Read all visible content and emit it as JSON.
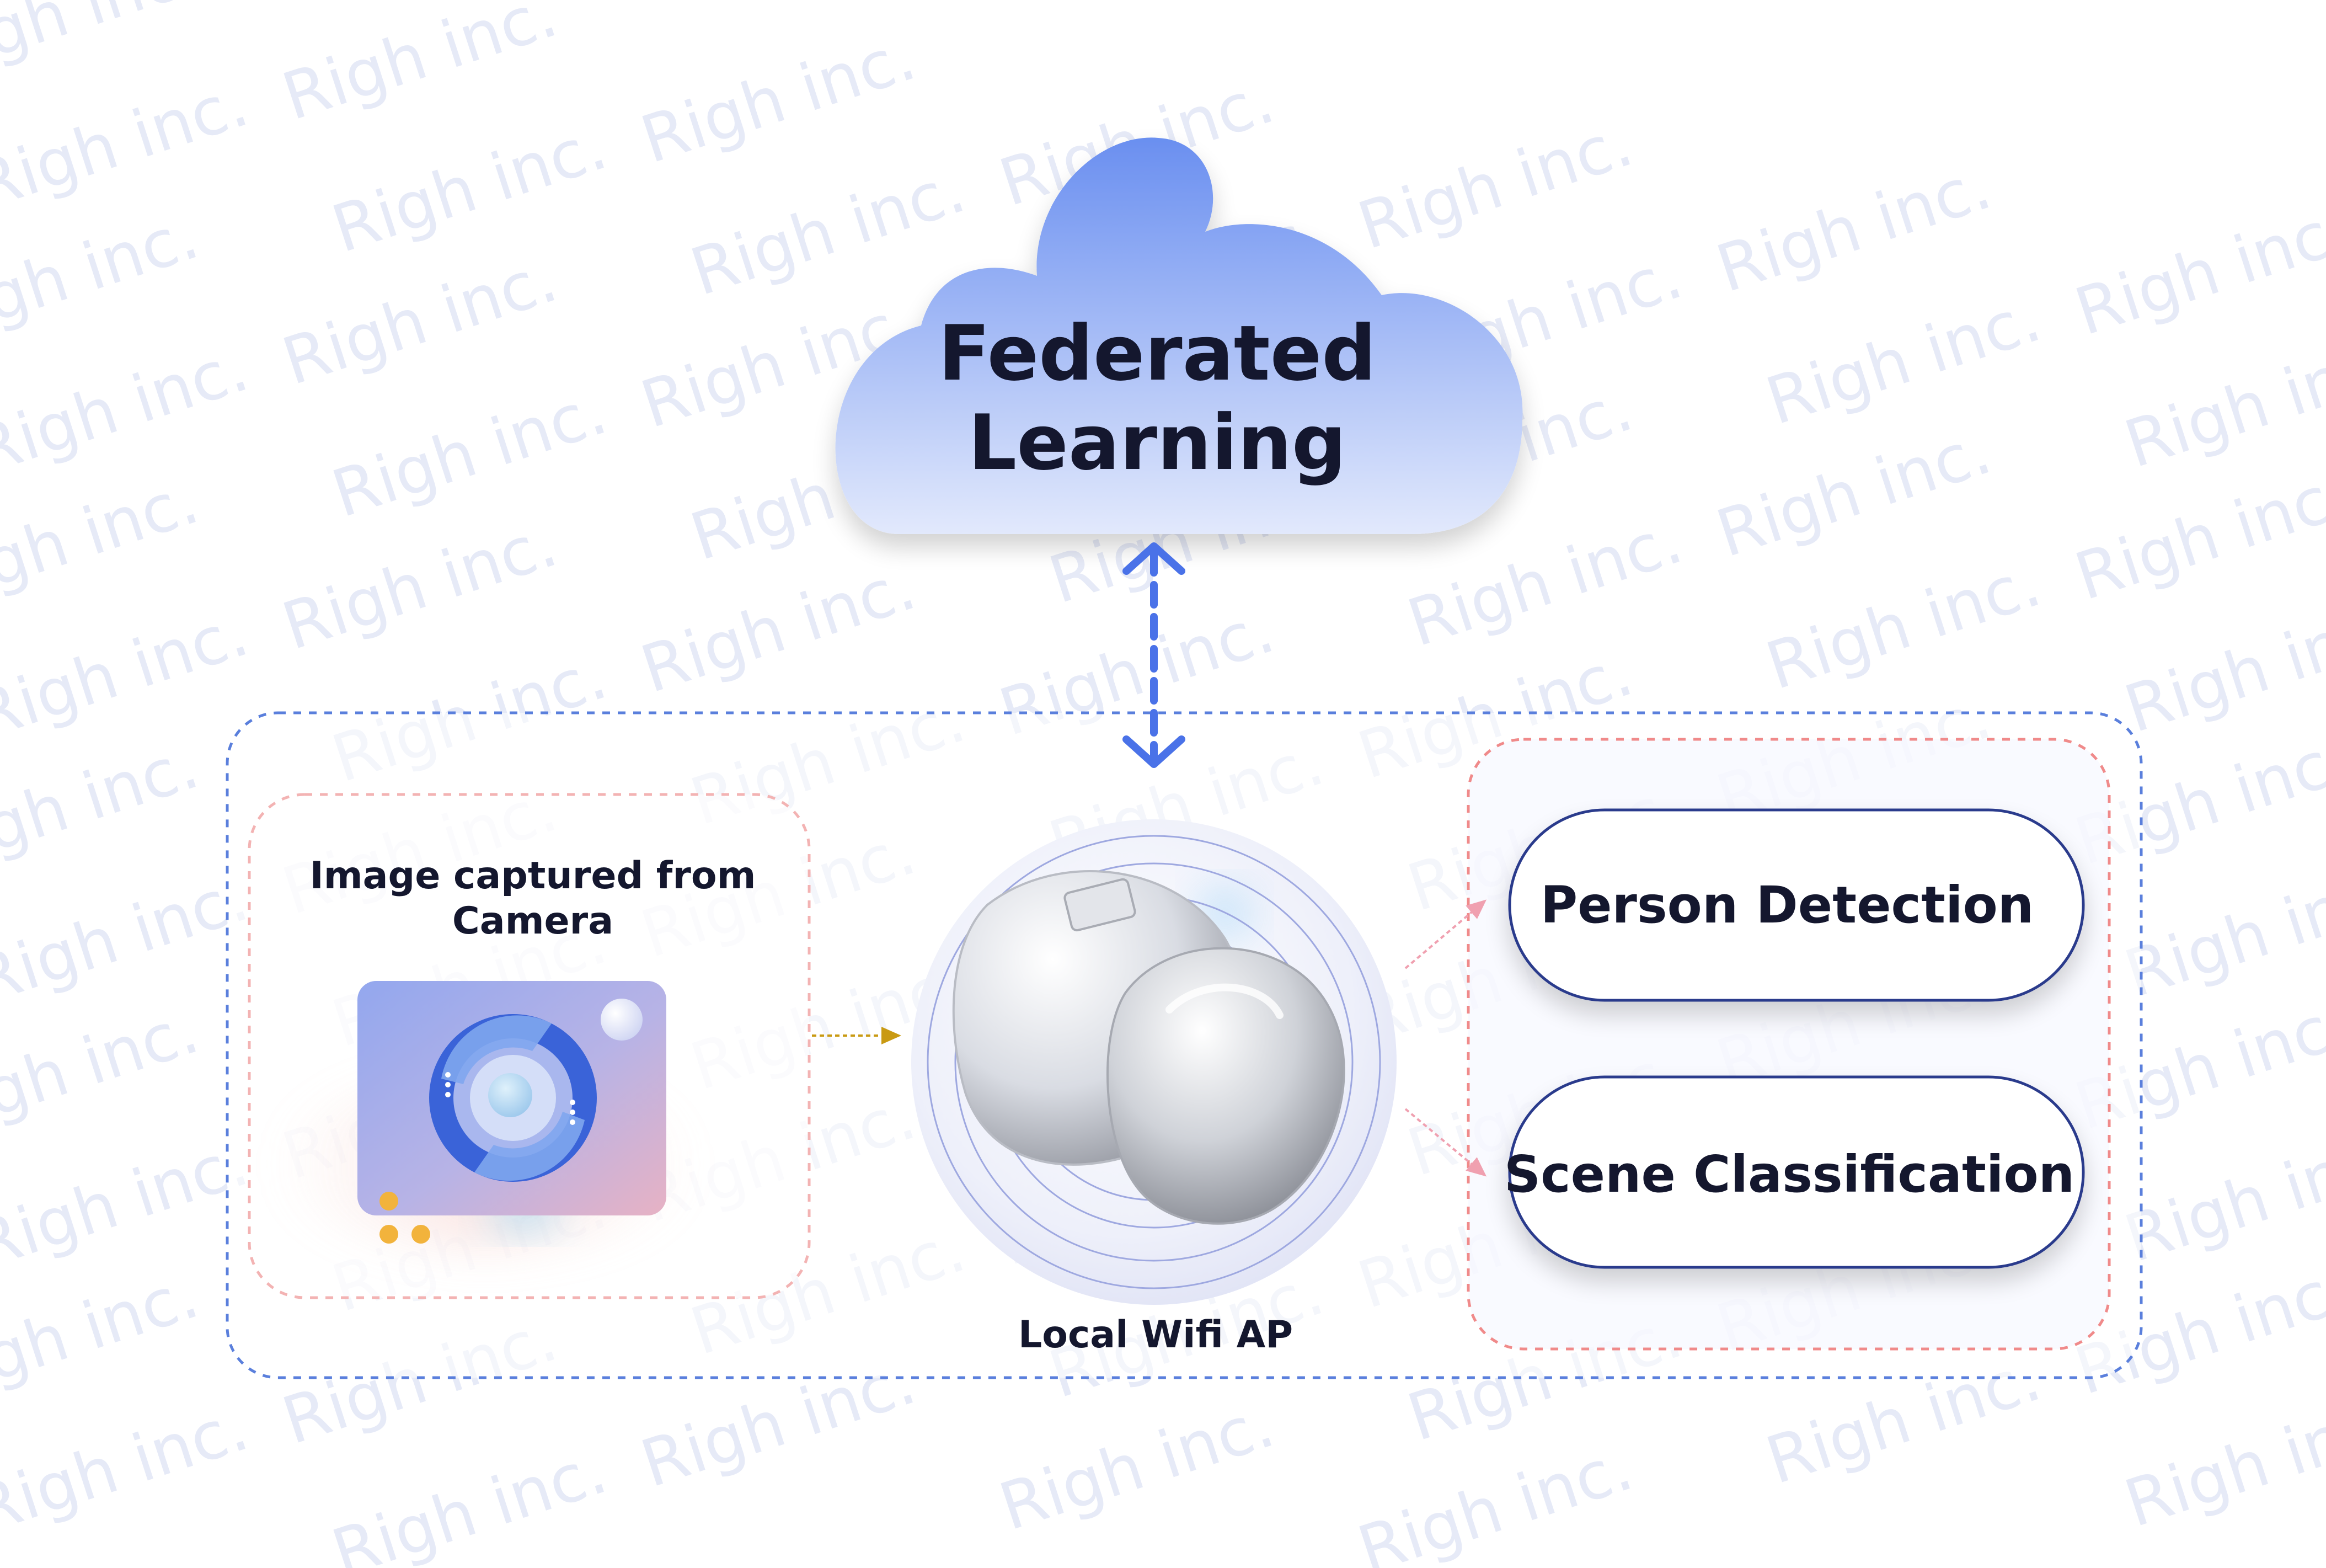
{
  "watermark": {
    "text": "Righ inc."
  },
  "cloud": {
    "title_line1": "Federated",
    "title_line2": "Learning"
  },
  "camera_panel": {
    "label_line1": "Image captured from",
    "label_line2": "Camera",
    "camera_icon": "camera-icon"
  },
  "hub": {
    "label": "Local Wifi AP",
    "device_icon": "wifi-access-point-device"
  },
  "tasks": [
    {
      "label": "Person Detection"
    },
    {
      "label": "Scene Classification"
    }
  ],
  "colors": {
    "cloud_top": "#6a8ff0",
    "cloud_bottom": "#dfe6fb",
    "link_blue": "#4a72e8",
    "outer_border": "#5a7fdc",
    "inner_border_red": "#f08a8a",
    "pill_border": "#2c3a8c",
    "text_dark": "#14172e",
    "arrow_gold": "#c99a12",
    "arrow_pink": "#f0a0b0",
    "watermark": "#e6eaf7"
  }
}
